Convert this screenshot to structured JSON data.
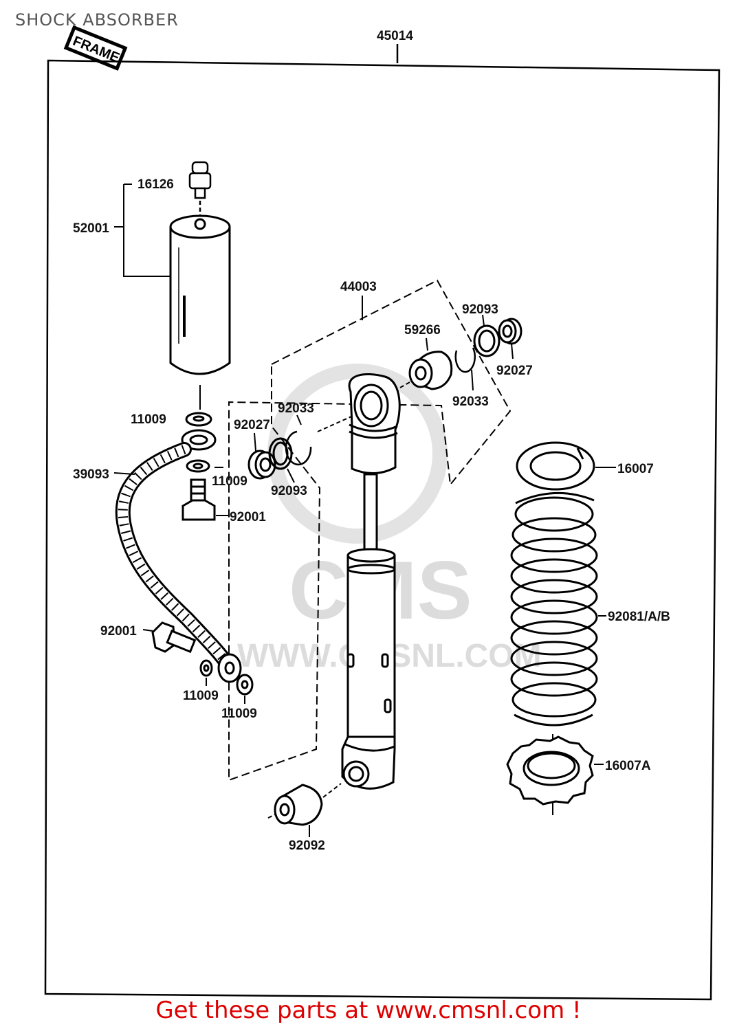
{
  "page": {
    "title": "SHOCK ABSORBER",
    "footer_link": "Get these parts at www.cmsnl.com !"
  },
  "stamp": {
    "text": "FRAME"
  },
  "watermark": {
    "logo": "CMS",
    "url": "WWW.CMSNL.COM"
  },
  "parts": {
    "assembly_label": "45014",
    "unit_label": "44003",
    "valve_label": "16126",
    "reservoir_label": "52001",
    "washer_top_label": "11009",
    "hose_label": "39093",
    "washer_mid_label": "11009",
    "bolt_top_label": "92001",
    "bolt_bottom_label": "92001",
    "washer_bl_label": "11009",
    "washer_br_label": "11009",
    "seal_left_label": "92027",
    "circlip_left_label": "92033",
    "ring_left_label": "92093",
    "bushing_top_label": "59266",
    "ring_right_label": "92093",
    "seal_right_label": "92027",
    "circlip_right_label": "92033",
    "spring_seat_label": "16007",
    "spring_label": "92081/A/B",
    "adjuster_label": "16007A",
    "bushing_bottom_label": "92092"
  }
}
